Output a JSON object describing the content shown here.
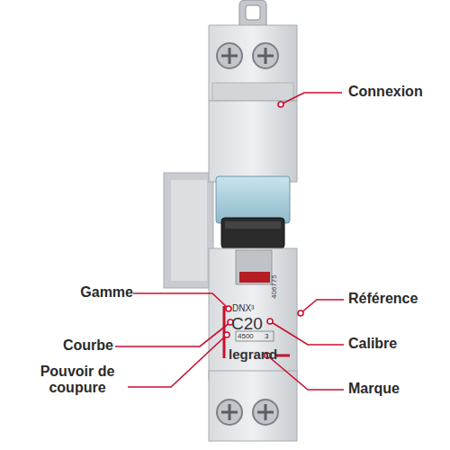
{
  "diagram": {
    "labels": [
      "Connexion",
      "Gamme",
      "Référence",
      "DNX³",
      "C20",
      "4500",
      "3",
      "406775",
      "legrand",
      "Courbe",
      "Calibre",
      "Pouvoir de coupure",
      "Marque"
    ]
  }
}
